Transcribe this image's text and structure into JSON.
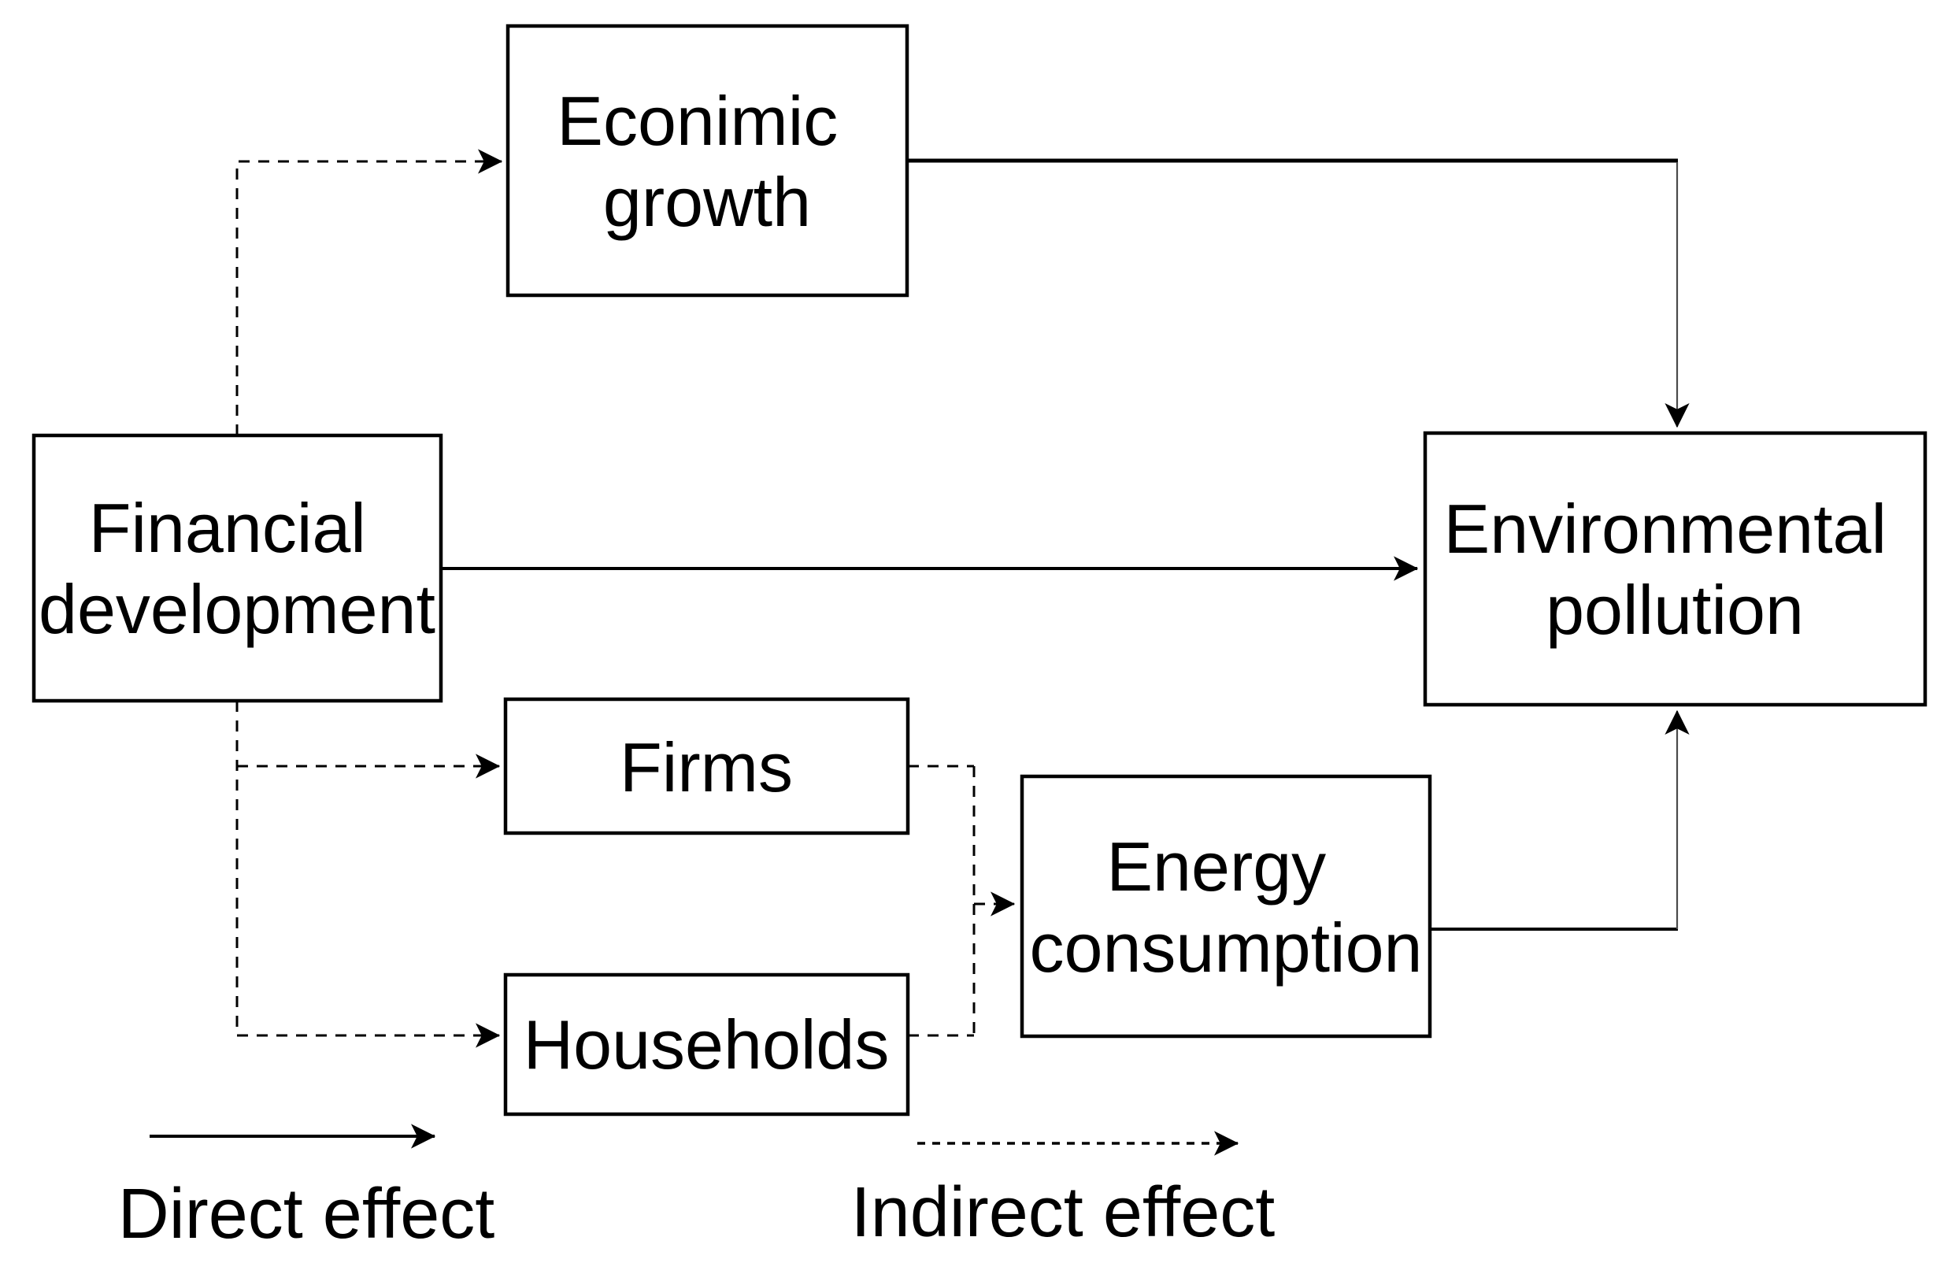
{
  "nodes": {
    "economic_growth": {
      "line1": "Econimic",
      "line2": "growth"
    },
    "financial_development": {
      "line1": "Financial",
      "line2": "development"
    },
    "environmental_pollution": {
      "line1": "Environmental",
      "line2": "pollution"
    },
    "firms": {
      "label": "Firms"
    },
    "households": {
      "label": "Households"
    },
    "energy_consumption": {
      "line1": "Energy",
      "line2": "consumption"
    }
  },
  "edges": [
    {
      "from": "Financial development",
      "to": "Econimic growth",
      "type": "indirect"
    },
    {
      "from": "Financial development",
      "to": "Environmental pollution",
      "type": "direct"
    },
    {
      "from": "Financial development",
      "to": "Firms",
      "type": "indirect"
    },
    {
      "from": "Financial development",
      "to": "Households",
      "type": "indirect"
    },
    {
      "from": "Firms",
      "to": "Energy consumption",
      "type": "indirect"
    },
    {
      "from": "Households",
      "to": "Energy consumption",
      "type": "indirect"
    },
    {
      "from": "Econimic growth",
      "to": "Environmental pollution",
      "type": "direct"
    },
    {
      "from": "Energy consumption",
      "to": "Environmental pollution",
      "type": "direct"
    }
  ],
  "legend": {
    "direct_label": "Direct effect",
    "indirect_label": "Indirect effect"
  },
  "colors": {
    "background": "#ffffff",
    "line": "#000000",
    "thin_line": "#4a4a4a",
    "text": "#000000"
  }
}
